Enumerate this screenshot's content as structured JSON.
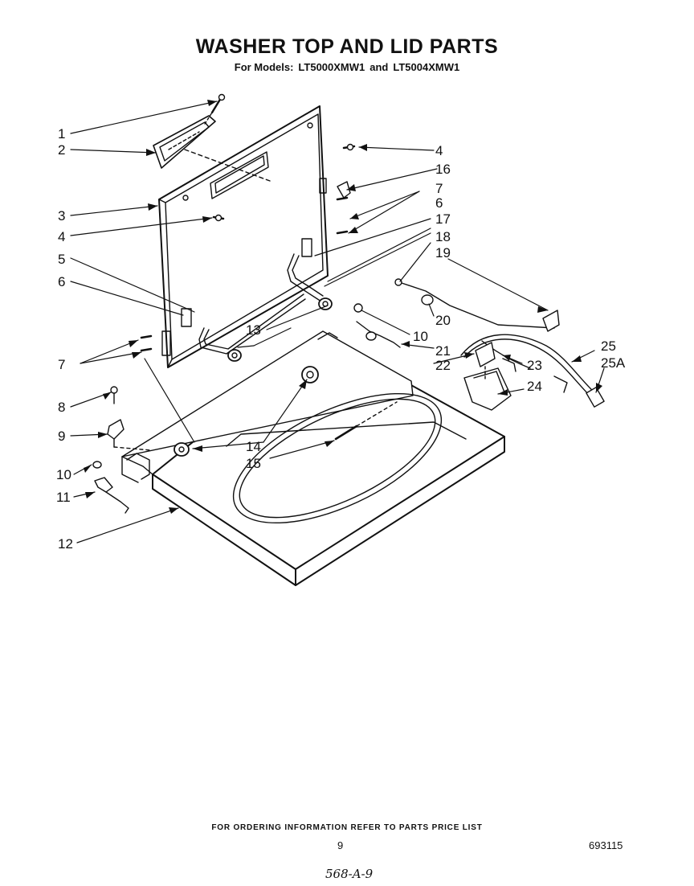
{
  "title": "WASHER TOP AND LID PARTS",
  "subtitle": {
    "prefix": "For Models:",
    "model1": "LT5000XMW1",
    "joiner": "and",
    "model2": "LT5004XMW1"
  },
  "callouts": {
    "c1": "1",
    "c2": "2",
    "c3": "3",
    "c4a": "4",
    "c4b": "4",
    "c5": "5",
    "c6a": "6",
    "c6b": "6",
    "c7a": "7",
    "c7b": "7",
    "c8": "8",
    "c9": "9",
    "c10a": "10",
    "c10b": "10",
    "c11": "11",
    "c12": "12",
    "c13": "13",
    "c14": "14",
    "c15": "15",
    "c16": "16",
    "c17": "17",
    "c18": "18",
    "c19": "19",
    "c20": "20",
    "c21": "21",
    "c22": "22",
    "c23": "23",
    "c24": "24",
    "c25": "25",
    "c25a": "25A"
  },
  "footer": {
    "note": "FOR ORDERING INFORMATION REFER TO PARTS PRICE LIST",
    "page_number": "9",
    "doc_number": "693115",
    "handwritten": "568-A-9"
  }
}
